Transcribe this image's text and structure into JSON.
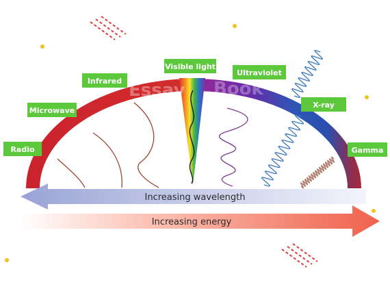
{
  "bands": [
    {
      "key": "radio",
      "label": "Radio"
    },
    {
      "key": "microwave",
      "label": "Microwave"
    },
    {
      "key": "infrared",
      "label": "Infrared"
    },
    {
      "key": "visible",
      "label": "Visible light"
    },
    {
      "key": "ultraviolet",
      "label": "Ultraviolet"
    },
    {
      "key": "xray",
      "label": "X-ray"
    },
    {
      "key": "gamma",
      "label": "Gamma"
    }
  ],
  "arrows": {
    "wavelength": "Increasing wavelength",
    "energy": "Increasing energy"
  },
  "colors": {
    "label_bg": "#5cc83c",
    "label_text": "#ffffff",
    "arc_red": "#d42a2a",
    "arc_purple": "#8a2aa8",
    "arc_blue": "#2856b8",
    "wavelength_arrow": "#9aa4d8",
    "energy_arrow": "#f26b57",
    "dot": "#f2c21c",
    "dash": "#e23a3a"
  }
}
